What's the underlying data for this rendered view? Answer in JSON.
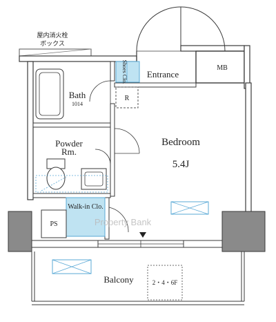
{
  "plan": {
    "hydrant_box_label_1": "屋内消火栓",
    "hydrant_box_label_2": "ボックス",
    "entrance": "Entrance",
    "mb": "MB",
    "shoes_closet": "Shoes Clo.",
    "bath": "Bath",
    "bath_size": "1014",
    "refrigerator": "R",
    "bedroom": "Bedroom",
    "bedroom_size": "5.4J",
    "powder_room_1": "Powder",
    "powder_room_2": "Rm.",
    "walk_in_closet": "Walk-in Clo.",
    "pipe_space": "PS",
    "balcony": "Balcony",
    "floors": "2・4・6F",
    "watermark": "Property Bank"
  },
  "colors": {
    "wall": "#3a3a3a",
    "wall_fill": "#8a8a8a",
    "storage_fill": "#bfe3f2",
    "storage_stroke": "#5aa9d6",
    "dashed_blue": "#5aa9d6"
  }
}
